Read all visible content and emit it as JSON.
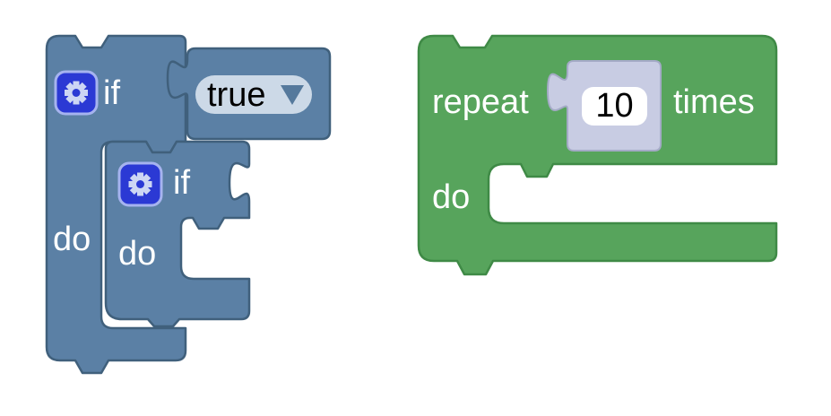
{
  "workspace": {
    "type": "blockly-canvas",
    "background_color": "#ffffff",
    "palette": {
      "logic_block_fill": "#5b80a5",
      "logic_block_border": "#40607c",
      "loop_block_fill": "#57a45c",
      "loop_block_border": "#3f8a46",
      "shadow_block_fill": "#c8cce3",
      "shadow_block_border": "#a4aac6",
      "dropdown_field_fill": "#ccd9e7",
      "dropdown_arrow_color": "#55799c",
      "number_field_fill": "#ffffff",
      "field_text_color": "#000000",
      "label_text_color": "#ffffff",
      "gear_icon_fill": "#2b39d4",
      "gear_icon_border": "#a6b3ef",
      "gear_icon_glyph_color": "#cdd6f4"
    },
    "blocks": {
      "outer_if": {
        "type": "controls_if",
        "has_mutator_gear": true,
        "labels": {
          "if": "if",
          "do": "do"
        },
        "condition": {
          "type": "logic_boolean",
          "dropdown_value": "true"
        }
      },
      "nested_if": {
        "type": "controls_if",
        "has_mutator_gear": true,
        "labels": {
          "if": "if",
          "do": "do"
        },
        "condition": null,
        "do_statement": null
      },
      "repeat": {
        "type": "controls_repeat",
        "labels": {
          "repeat": "repeat",
          "times": "times",
          "do": "do"
        },
        "count": "10",
        "do_statement": null
      }
    },
    "icons": {
      "gear": "gear-icon",
      "dropdown_arrow": "▼"
    }
  }
}
